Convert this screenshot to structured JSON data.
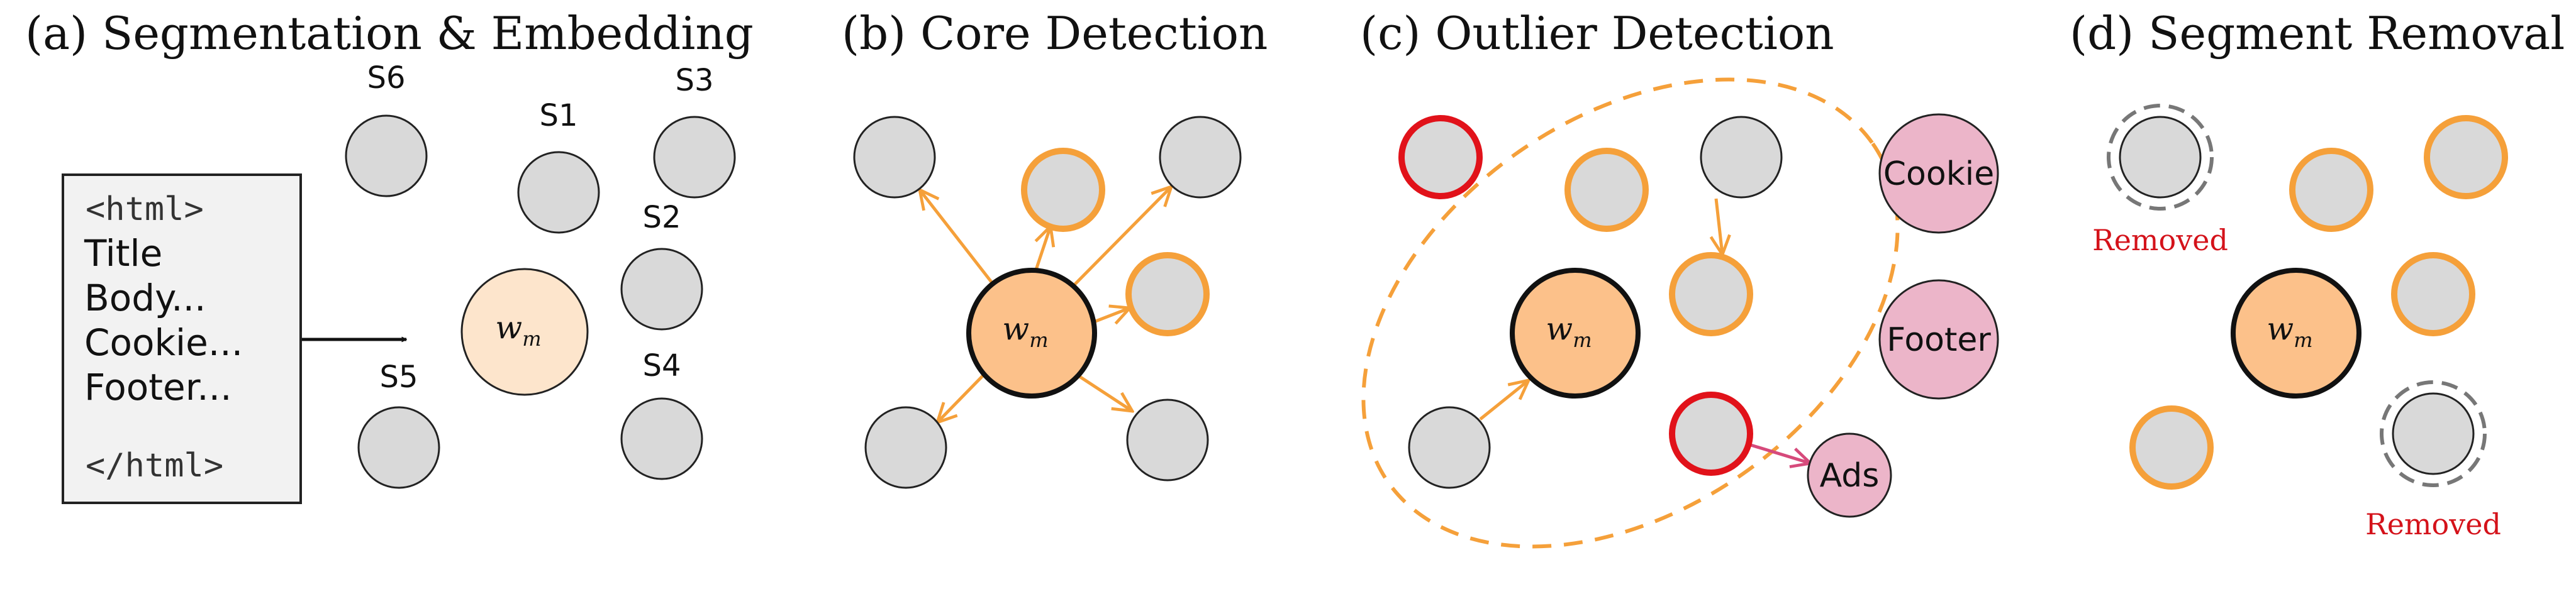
{
  "panels": [
    {
      "id": "a",
      "title": "(a) Segmentation & Embedding"
    },
    {
      "id": "b",
      "title": "(b) Core Detection"
    },
    {
      "id": "c",
      "title": "(c) Outlier Detection"
    },
    {
      "id": "d",
      "title": "(d) Segment Removal"
    }
  ],
  "html_box": {
    "open_tag": "<html>",
    "lines": [
      "Title",
      "Body...",
      "Cookie...",
      "Footer..."
    ],
    "close_tag": "</html>"
  },
  "segment_labels": {
    "s1": "S1",
    "s2": "S2",
    "s3": "S3",
    "s4": "S4",
    "s5": "S5",
    "s6": "S6"
  },
  "centroid_label": "w",
  "centroid_subscript": "m",
  "noise_labels": {
    "cookie": "Cookie",
    "footer": "Footer",
    "ads": "Ads"
  },
  "removed_label": "Removed",
  "colors": {
    "node_gray": "#d9d9d9",
    "core_orange": "#f5a03a",
    "centroid_fill": "#fcc18a",
    "centroid_light": "#fde5cc",
    "outlier_red": "#e1121a",
    "noise_pink": "#ecb5c9",
    "ads_arrow": "#d64a7b",
    "removed_text": "#d4121a"
  }
}
